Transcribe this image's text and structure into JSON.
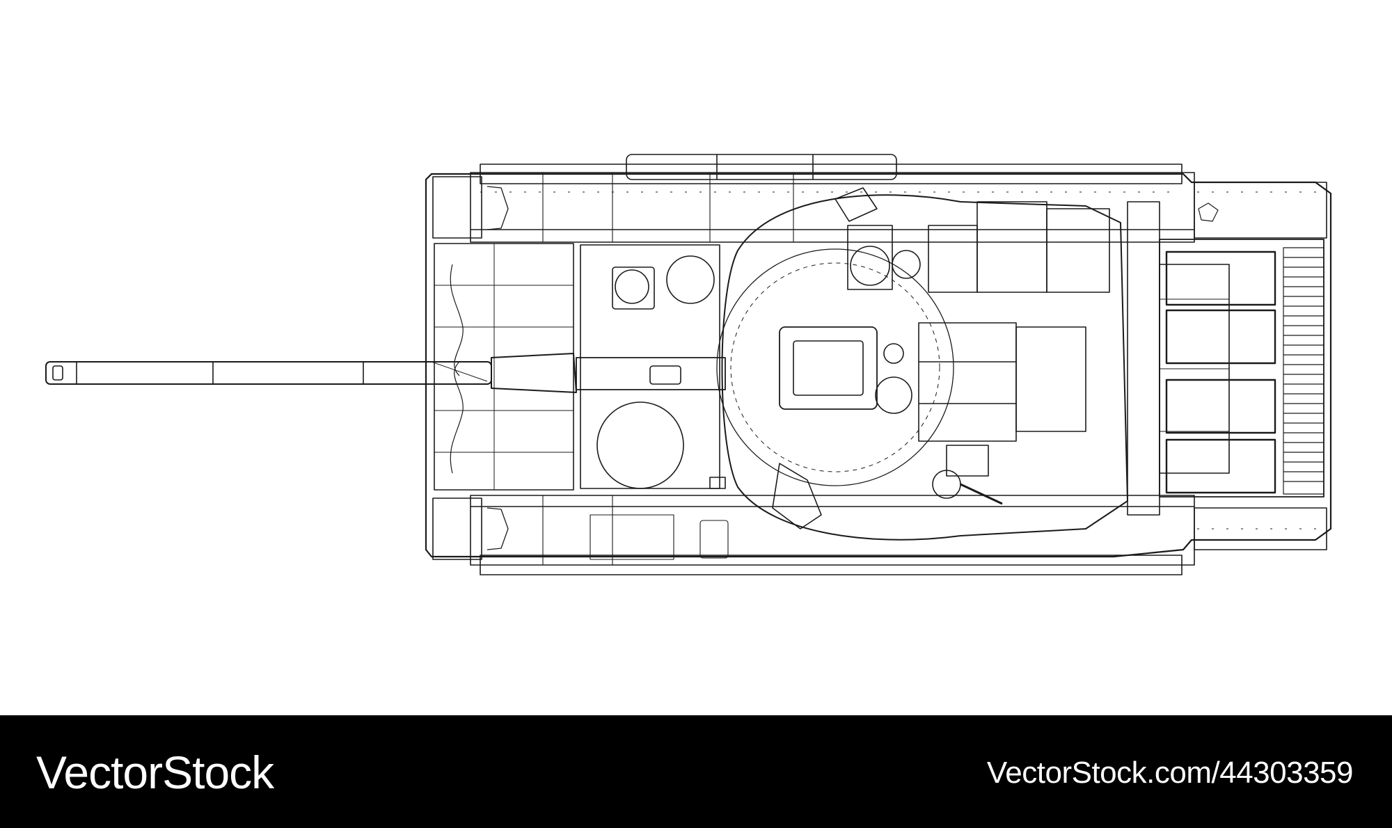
{
  "image": {
    "subject": "tank-top-view-wireframe",
    "line_color": "#1a1a1a",
    "background_color": "#ffffff"
  },
  "footer": {
    "background_color": "#000000",
    "text_color": "#ffffff",
    "brand": "VectorStock",
    "image_id": "VectorStock.com/44303359"
  }
}
